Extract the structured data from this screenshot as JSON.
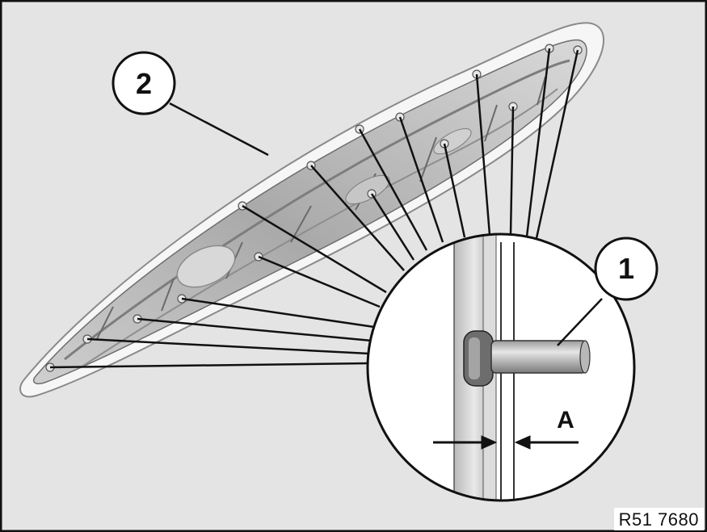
{
  "callouts": {
    "part_1": "1",
    "part_2": "2",
    "dimension_a": "A"
  },
  "reference_code": "R51 7680",
  "colors": {
    "background": "#e4e4e4",
    "panel_base": "#bdbdbd",
    "panel_edge": "#f6f6f6",
    "ink": "#111111"
  }
}
